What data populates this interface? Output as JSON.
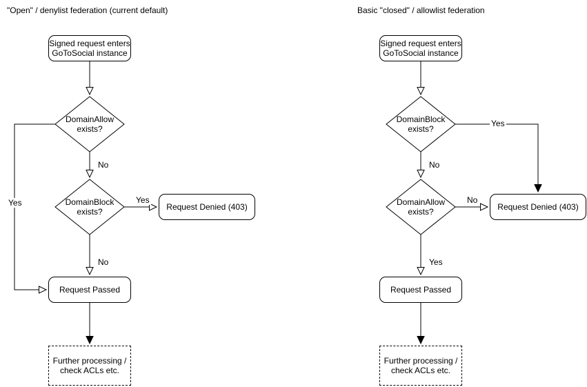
{
  "colors": {
    "stroke": "#000000",
    "shape_fill": "#ffffff",
    "text": "#000000",
    "background": "#ffffff"
  },
  "left": {
    "title": "\"Open\" / denylist federation (current default)",
    "nodes": {
      "start": "Signed request enters\nGoToSocial instance",
      "domainallow_decision": "DomainAllow\nexists?",
      "domainblock_decision": "DomainBlock\nexists?",
      "request_denied": "Request Denied (403)",
      "request_passed": "Request Passed",
      "further_processing": "Further processing /\ncheck ACLs etc."
    },
    "edge_labels": {
      "allow_yes": "Yes",
      "allow_no": "No",
      "block_yes": "Yes",
      "block_no": "No"
    }
  },
  "right": {
    "title": "Basic \"closed\" / allowlist federation",
    "nodes": {
      "start": "Signed request enters\nGoToSocial instance",
      "domainblock_decision": "DomainBlock\nexists?",
      "domainallow_decision": "DomainAllow\nexists?",
      "request_denied": "Request Denied (403)",
      "request_passed": "Request Passed",
      "further_processing": "Further processing /\ncheck ACLs etc."
    },
    "edge_labels": {
      "block_yes": "Yes",
      "block_no": "No",
      "allow_no": "No",
      "allow_yes": "Yes"
    }
  }
}
